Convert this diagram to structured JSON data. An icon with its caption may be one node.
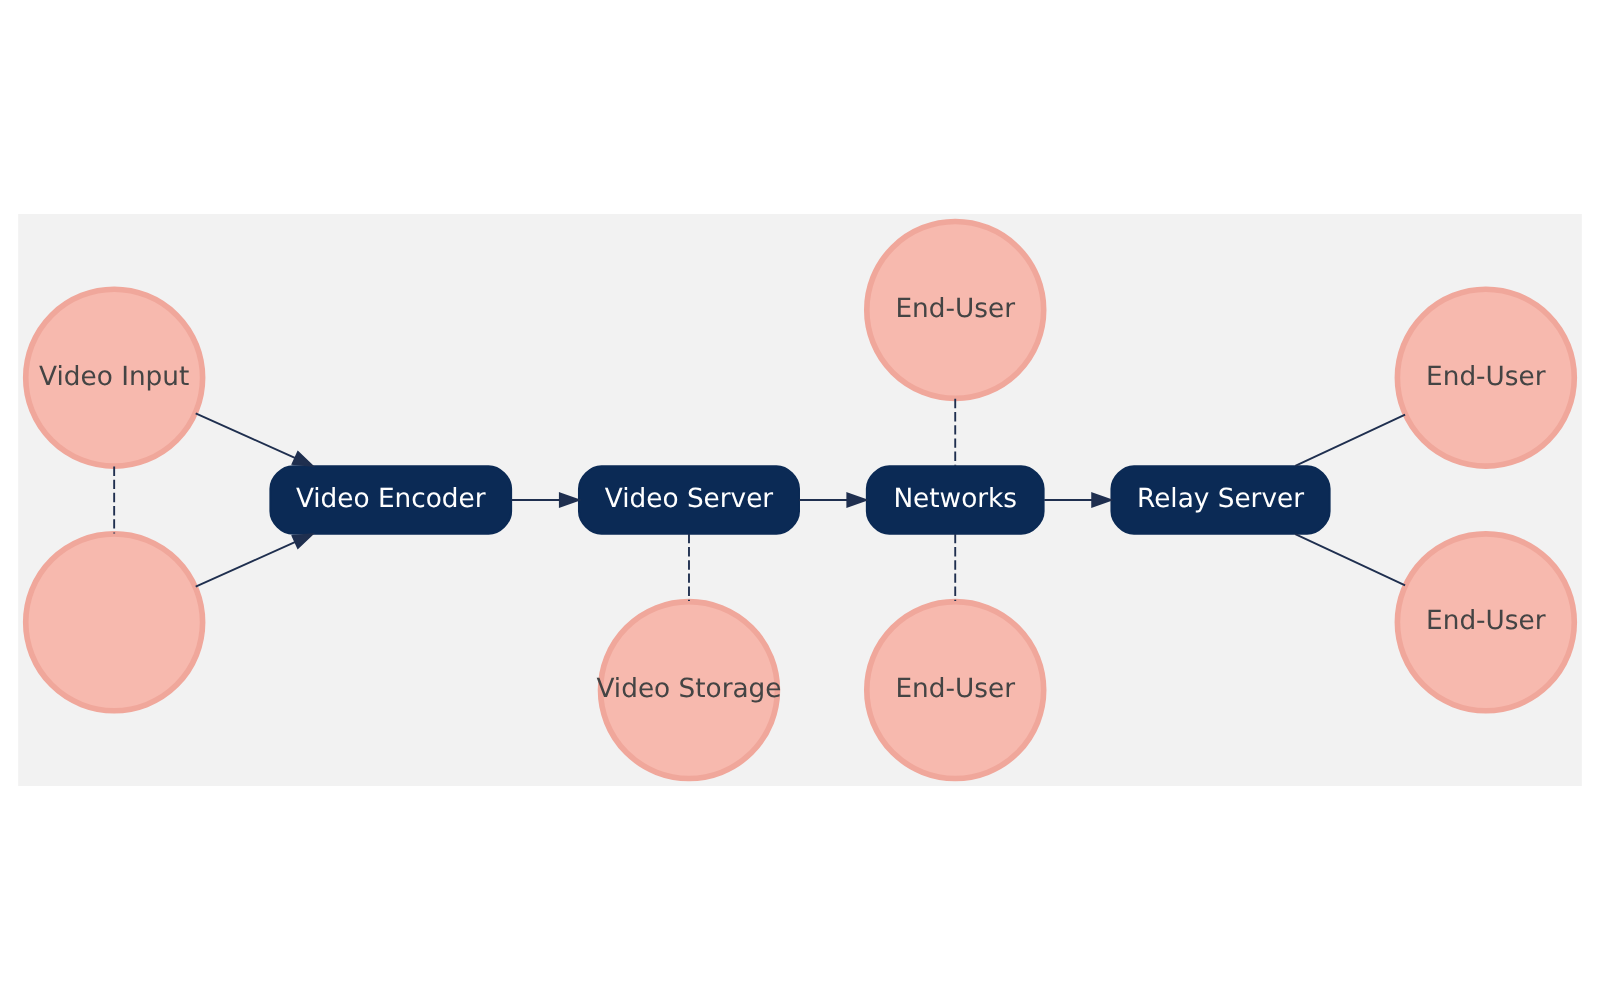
{
  "diagram": {
    "nodes": [
      {
        "text": [
          "Video Input"
        ]
      },
      {
        "text": [],
        "shape": "circle"
      },
      {
        "text": [
          "Video Encoder"
        ]
      },
      {
        "text": [
          "Video Server"
        ]
      },
      {
        "text": [
          "Video Storage"
        ]
      },
      {
        "text": [
          "Networks"
        ]
      },
      {
        "text": [
          "End-User"
        ]
      },
      {
        "text": [
          "End-User"
        ]
      },
      {
        "text": [
          "Relay Server"
        ]
      },
      {
        "text": [
          "End-User"
        ]
      },
      {
        "text": [
          "End-User"
        ]
      }
    ],
    "edges": [
      {
        "from": 0,
        "to": 1,
        "arrow": "none",
        "style": "dashed"
      },
      {
        "from": 0,
        "to": 2,
        "arrow": "to"
      },
      {
        "from": 1,
        "to": 2,
        "arrow": "to"
      },
      {
        "from": 2,
        "to": 3,
        "arrow": "to"
      },
      {
        "from": 3,
        "to": 4,
        "arrow": "none",
        "style": "dashed"
      },
      {
        "from": 3,
        "to": 5,
        "arrow": "to"
      },
      {
        "from": 6,
        "to": 5,
        "arrow": "none",
        "style": "dashed"
      },
      {
        "from": 5,
        "to": 7,
        "arrow": "none",
        "style": "dashed"
      },
      {
        "from": 5,
        "to": 8,
        "arrow": "to"
      },
      {
        "from": 8,
        "to": 9,
        "arrow": "none"
      },
      {
        "from": 8,
        "to": 10,
        "arrow": "none"
      }
    ]
  }
}
